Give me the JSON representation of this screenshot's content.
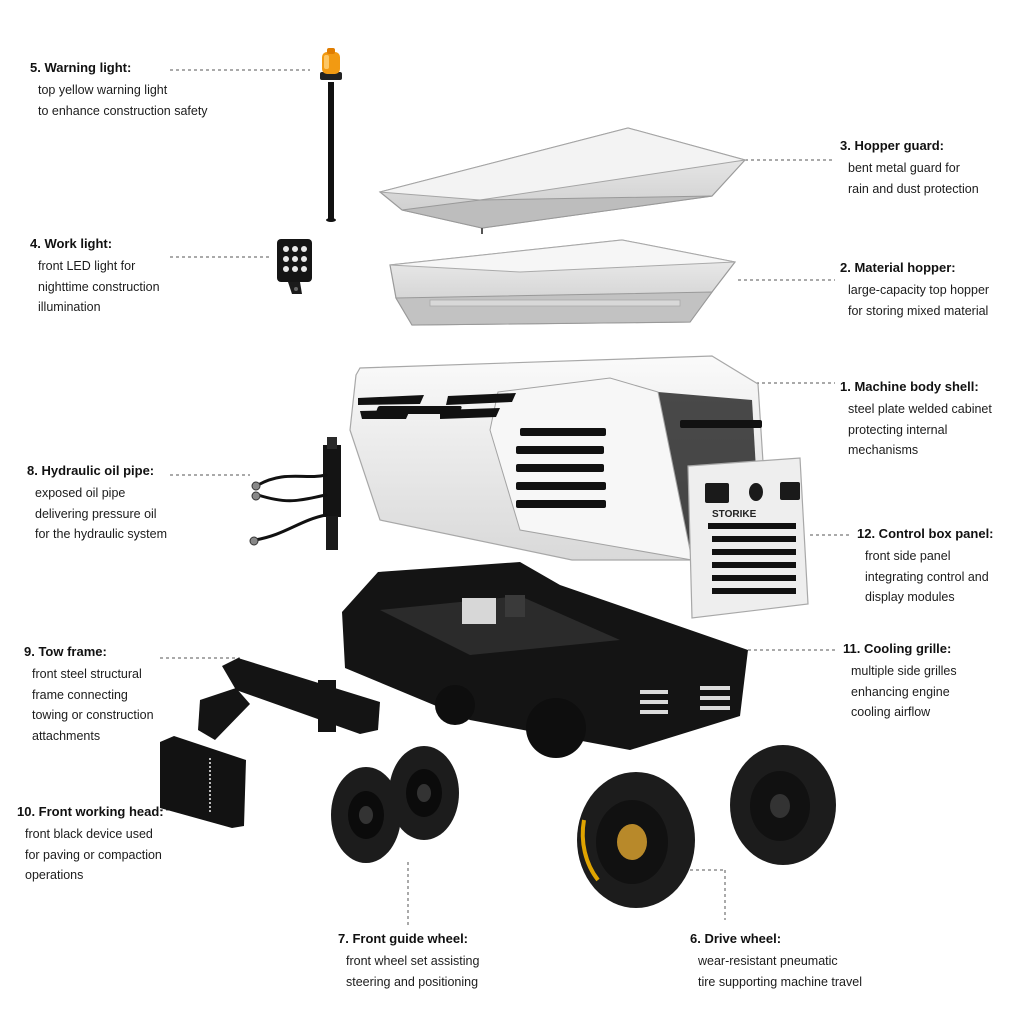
{
  "brand": {
    "logo_text": "STORIKE"
  },
  "colors": {
    "shell": "#ececec",
    "shell_shadow": "#cfcfcf",
    "frame": "#141414",
    "tire": "#1c1c1c",
    "beacon": "#f29a12",
    "tire_label": "#e0a400",
    "leader": "#555555"
  },
  "callouts": [
    {
      "number": "1",
      "title": "1. Machine body shell:",
      "desc": [
        "steel plate welded cabinet",
        "protecting internal",
        "mechanisms"
      ]
    },
    {
      "number": "2",
      "title": "2. Material hopper:",
      "desc": [
        "large-capacity top hopper",
        "for storing mixed material"
      ]
    },
    {
      "number": "3",
      "title": "3. Hopper guard:",
      "desc": [
        "bent metal guard for",
        "rain and dust protection"
      ]
    },
    {
      "number": "4",
      "title": "4. Work light:",
      "desc": [
        "front LED light for",
        "nighttime construction",
        "illumination"
      ]
    },
    {
      "number": "5",
      "title": "5. Warning light:",
      "desc": [
        "top yellow warning light",
        "to enhance construction safety"
      ]
    },
    {
      "number": "6",
      "title": "6. Drive wheel:",
      "desc": [
        "wear-resistant pneumatic",
        "tire supporting machine travel"
      ]
    },
    {
      "number": "7",
      "title": "7. Front guide wheel:",
      "desc": [
        "front wheel set assisting",
        "steering and positioning"
      ]
    },
    {
      "number": "8",
      "title": "8. Hydraulic oil pipe:",
      "desc": [
        "exposed oil pipe",
        "delivering pressure oil",
        "for the hydraulic system"
      ]
    },
    {
      "number": "9",
      "title": "9. Tow frame:",
      "desc": [
        "front steel structural",
        "frame connecting",
        "towing or construction",
        "attachments"
      ]
    },
    {
      "number": "10",
      "title": "10. Front working head:",
      "desc": [
        "front black device used",
        "for paving or compaction",
        "operations"
      ]
    },
    {
      "number": "11",
      "title": "11. Cooling grille:",
      "desc": [
        "multiple side grilles",
        "enhancing engine",
        "cooling airflow"
      ]
    },
    {
      "number": "12",
      "title": "12. Control box panel:",
      "desc": [
        "front side panel",
        "integrating control and",
        "display modules"
      ]
    }
  ]
}
